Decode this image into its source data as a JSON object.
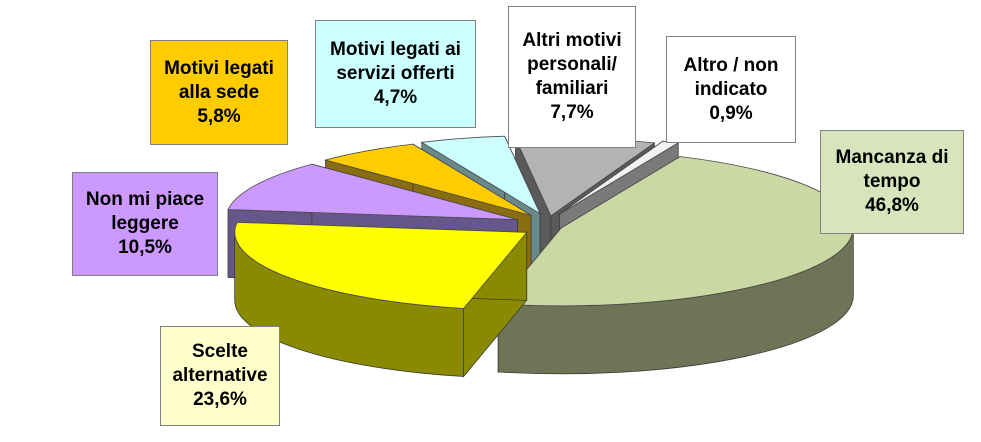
{
  "chart_data": {
    "type": "pie",
    "title": "",
    "slices": [
      {
        "lines": [
          "Mancanza di",
          "tempo"
        ],
        "value_label": "46,8%",
        "value": 46.8,
        "top": "#ccd8a4",
        "side": "#6e7556",
        "label_bg": "#d8e4bc"
      },
      {
        "lines": [
          "Scelte",
          "alternative"
        ],
        "value_label": "23,6%",
        "value": 23.6,
        "top": "#ffff00",
        "side": "#8a8a00",
        "label_bg": "#ffffcc"
      },
      {
        "lines": [
          "Non mi piace",
          "leggere"
        ],
        "value_label": "10,5%",
        "value": 10.5,
        "top": "#cc99ff",
        "side": "#66578a",
        "label_bg": "#cc99ff"
      },
      {
        "lines": [
          "Motivi legati",
          "alla sede"
        ],
        "value_label": "5,8%",
        "value": 5.8,
        "top": "#ffcc00",
        "side": "#8a6d10",
        "label_bg": "#ffcc00"
      },
      {
        "lines": [
          "Motivi legati ai",
          "servizi offerti"
        ],
        "value_label": "4,7%",
        "value": 4.7,
        "top": "#ccffff",
        "side": "#6a8a8a",
        "label_bg": "#ccffff"
      },
      {
        "lines": [
          "Altri motivi",
          "personali/",
          "familiari"
        ],
        "value_label": "7,7%",
        "value": 7.7,
        "top": "#b3b3b3",
        "side": "#5a5a5a",
        "label_bg": "#ffffff"
      },
      {
        "lines": [
          "Altro / non",
          "indicato"
        ],
        "value_label": "0,9%",
        "value": 0.9,
        "top": "#f2f2f2",
        "side": "#7a7a7a",
        "label_bg": "#ffffff"
      }
    ]
  }
}
